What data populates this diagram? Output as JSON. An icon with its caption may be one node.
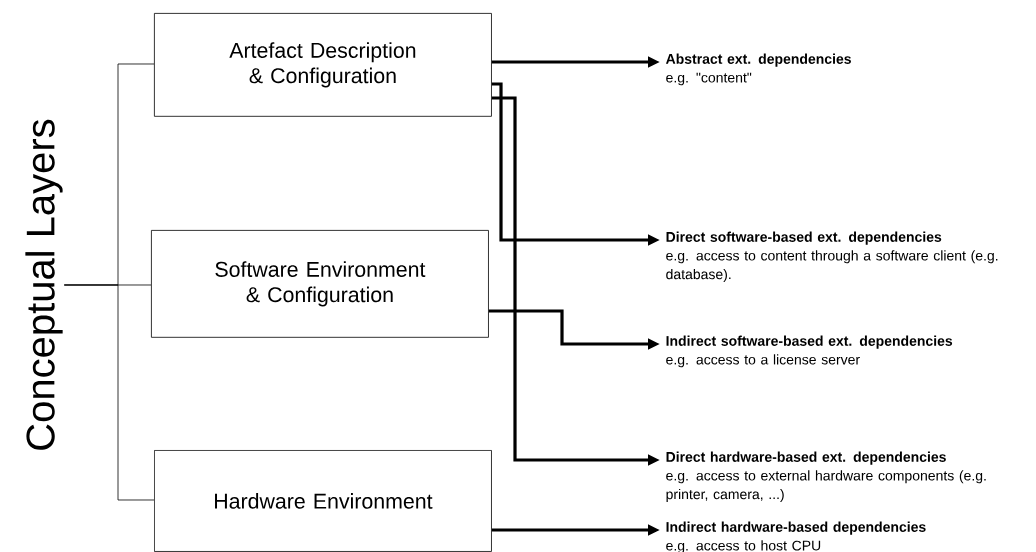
{
  "diagram": {
    "nodes": [
      {
        "text": [
          "Conceptual Layers"
        ]
      },
      {
        "text": [
          "Artefact Description & Configuration"
        ]
      },
      {
        "text": [
          "Software Environment & Configuration"
        ]
      },
      {
        "text": [
          "Hardware Environment"
        ]
      },
      {
        "text": [
          "Abstract ext. dependencies",
          "e.g. \"content\""
        ]
      },
      {
        "text": [
          "Direct software-based ext.  dependencies",
          "e.g. access to content through a software client (e.g. database)."
        ]
      },
      {
        "text": [
          "Indirect software-based ext. dependencies",
          "e.g. access to a license server"
        ]
      },
      {
        "text": [
          "Direct hardware-based ext.  dependencies",
          "e.g. access to external hardware components (e.g. printer, camera, ...)"
        ]
      },
      {
        "text": [
          "Indirect hardware-based dependencies",
          "e.g. access to host CPU"
        ]
      }
    ],
    "edges": [
      {
        "from": 0,
        "to": 1,
        "arrow": "none"
      },
      {
        "from": 0,
        "to": 2,
        "arrow": "none"
      },
      {
        "from": 0,
        "to": 3,
        "arrow": "none"
      },
      {
        "from": 1,
        "to": 4,
        "arrow": "to"
      },
      {
        "from": 1,
        "to": 5,
        "arrow": "to"
      },
      {
        "from": 2,
        "to": 6,
        "arrow": "to"
      },
      {
        "from": 1,
        "to": 7,
        "arrow": "to"
      },
      {
        "from": 3,
        "to": 8,
        "arrow": "to"
      }
    ]
  }
}
